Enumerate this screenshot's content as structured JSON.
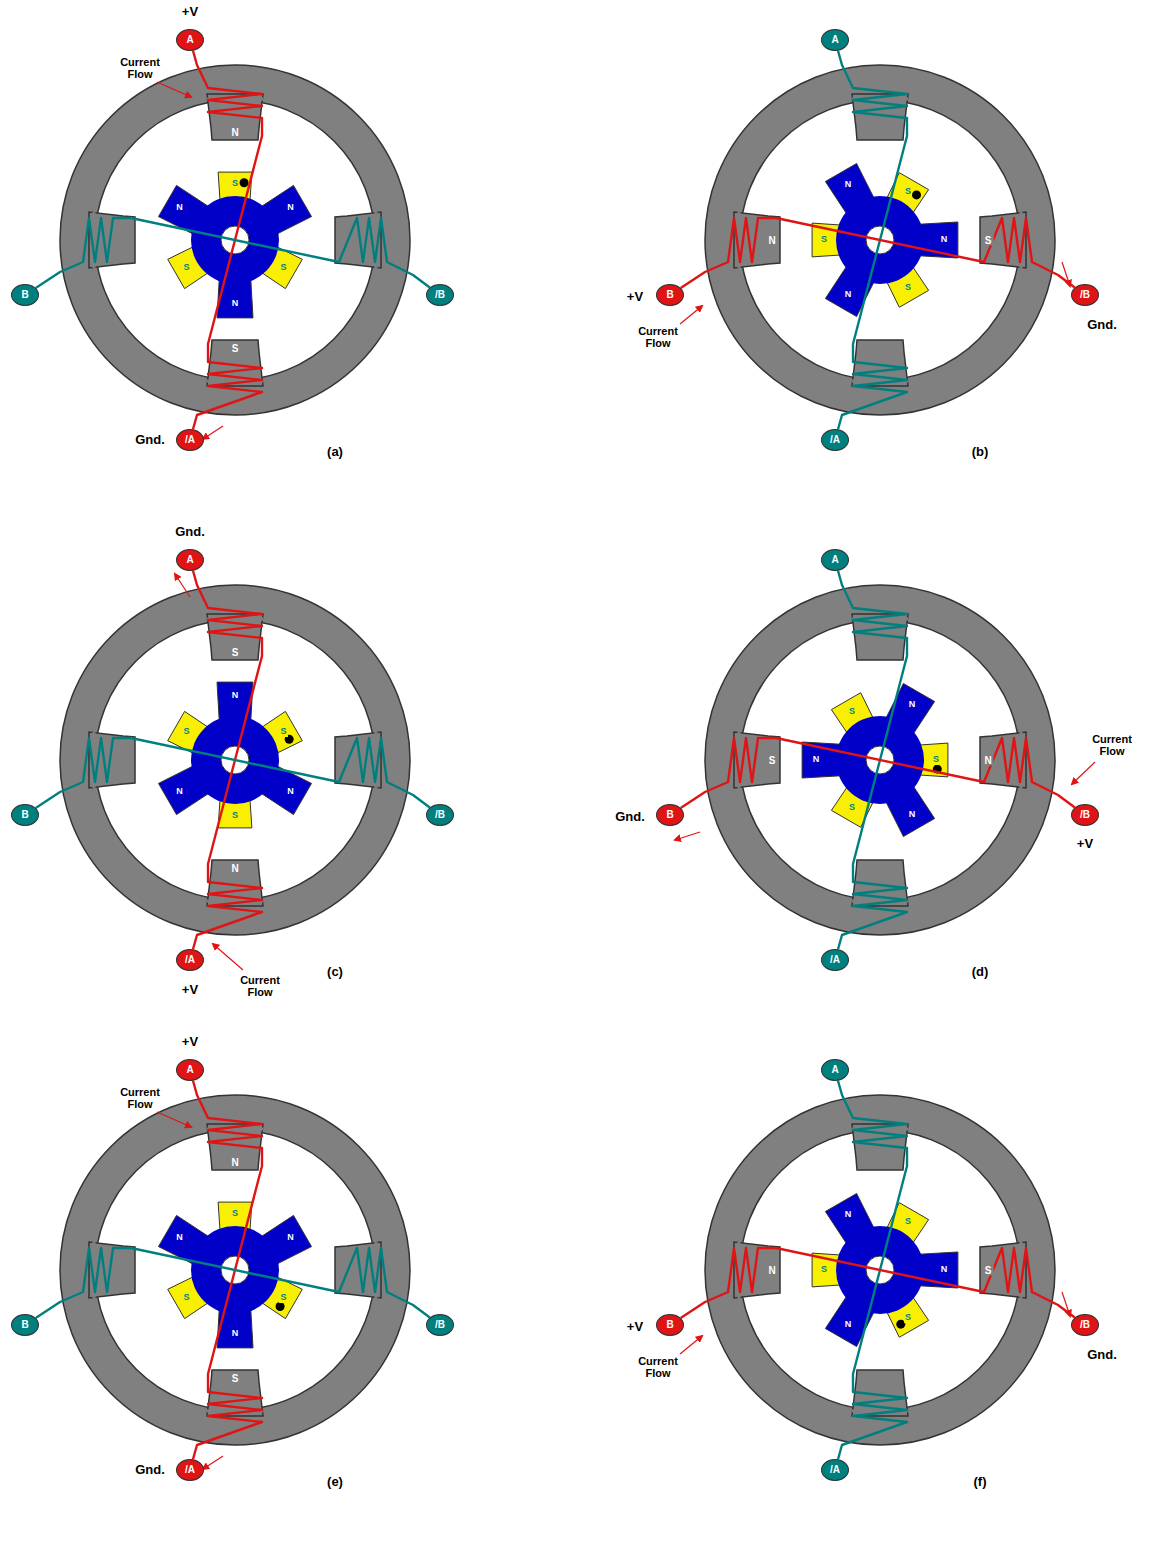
{
  "diagram": {
    "nodes": [
      {
        "text": [
          "A"
        ]
      },
      {
        "text": [
          "B"
        ]
      },
      {
        "text": [
          "/B"
        ]
      },
      {
        "text": [
          "/A"
        ]
      },
      {
        "text": [
          "A"
        ]
      },
      {
        "text": [
          "B"
        ]
      },
      {
        "text": [
          "/B"
        ]
      },
      {
        "text": [
          "/A"
        ]
      },
      {
        "text": [
          "A"
        ]
      },
      {
        "text": [
          "B"
        ]
      },
      {
        "text": [
          "/B"
        ]
      },
      {
        "text": [
          "/A"
        ]
      },
      {
        "text": [
          "A"
        ]
      },
      {
        "text": [
          "B"
        ]
      },
      {
        "text": [
          "/B"
        ]
      },
      {
        "text": [
          "/A"
        ]
      },
      {
        "text": [
          "A"
        ]
      },
      {
        "text": [
          "B"
        ]
      },
      {
        "text": [
          "/B"
        ]
      },
      {
        "text": [
          "/A"
        ]
      },
      {
        "text": [
          "A"
        ]
      },
      {
        "text": [
          "B"
        ]
      },
      {
        "text": [
          "/B"
        ]
      },
      {
        "text": [
          "/A"
        ]
      }
    ],
    "edges": [
      {
        "from": 0,
        "to": 3,
        "arrow": "none"
      },
      {
        "from": 1,
        "to": 2,
        "arrow": "none"
      },
      {
        "from": 4,
        "to": 7,
        "arrow": "none"
      },
      {
        "from": 5,
        "to": 6,
        "arrow": "none"
      },
      {
        "from": 8,
        "to": 11,
        "arrow": "none"
      },
      {
        "from": 9,
        "to": 10,
        "arrow": "none"
      },
      {
        "from": 12,
        "to": 15,
        "arrow": "none"
      },
      {
        "from": 13,
        "to": 14,
        "arrow": "none"
      },
      {
        "from": 16,
        "to": 19,
        "arrow": "none"
      },
      {
        "from": 17,
        "to": 18,
        "arrow": "none"
      },
      {
        "from": 20,
        "to": 23,
        "arrow": "none"
      },
      {
        "from": 21,
        "to": 22,
        "arrow": "none"
      }
    ],
    "labels": [
      "+V",
      "Current Flow",
      "Gnd.",
      "N",
      "S",
      "S",
      "S",
      "S",
      "N",
      "N",
      "N",
      "(a)",
      "+V",
      "Current Flow",
      "Gnd.",
      "N",
      "S",
      "S",
      "S",
      "S",
      "N",
      "N",
      "N",
      "(b)",
      "Gnd.",
      "Current Flow",
      "+V",
      "S",
      "N",
      "S",
      "S",
      "S",
      "N",
      "N",
      "N",
      "(c)",
      "Gnd.",
      "Current Flow",
      "+V",
      "S",
      "N",
      "S",
      "S",
      "S",
      "N",
      "N",
      "N",
      "(d)",
      "+V",
      "Current Flow",
      "Gnd.",
      "N",
      "S",
      "S",
      "S",
      "S",
      "N",
      "N",
      "N",
      "(e)",
      "+V",
      "Current Flow",
      "Gnd.",
      "N",
      "S",
      "S",
      "S",
      "S",
      "N",
      "N",
      "N",
      "(f)"
    ]
  }
}
